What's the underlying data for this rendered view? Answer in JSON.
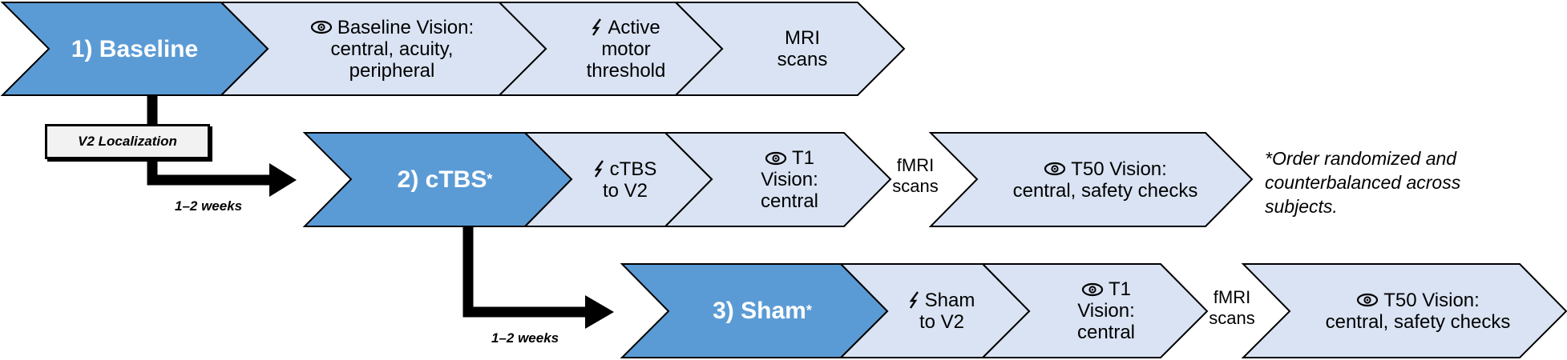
{
  "row1": {
    "main": "1) Baseline",
    "steps": [
      {
        "icon": "eye-icon",
        "lines": [
          "Baseline Vision:",
          "central, acuity,",
          "peripheral"
        ]
      },
      {
        "icon": "bolt-icon",
        "lines": [
          "Active",
          "motor",
          "threshold"
        ]
      },
      {
        "icon": "",
        "lines": [
          "MRI",
          "scans"
        ]
      }
    ]
  },
  "localization_label": "V2 Localization",
  "row2": {
    "main": "2) cTBS",
    "main_mark": "*",
    "steps": [
      {
        "icon": "bolt-icon",
        "lines": [
          "cTBS",
          "to V2"
        ]
      },
      {
        "icon": "eye-icon",
        "lines": [
          "T1",
          "Vision:",
          "central"
        ]
      }
    ],
    "free_text": [
      "fMRI",
      "scans"
    ],
    "last_step": {
      "icon": "eye-icon",
      "lines": [
        "T50 Vision:",
        "central, safety checks"
      ]
    },
    "interval": "1–2 weeks"
  },
  "row3": {
    "main": "3) Sham",
    "main_mark": "*",
    "steps": [
      {
        "icon": "bolt-icon",
        "lines": [
          "Sham",
          "to V2"
        ]
      },
      {
        "icon": "eye-icon",
        "lines": [
          "T1",
          "Vision:",
          "central"
        ]
      }
    ],
    "free_text": [
      "fMRI",
      "scans"
    ],
    "last_step": {
      "icon": "eye-icon",
      "lines": [
        "T50 Vision:",
        "central, safety checks"
      ]
    },
    "interval": "1–2 weeks"
  },
  "footnote": "*Order randomized and counterbalanced across subjects.",
  "colors": {
    "main_fill": "#5b9bd5",
    "step_fill": "#dae3f3",
    "outline": "#000000"
  }
}
